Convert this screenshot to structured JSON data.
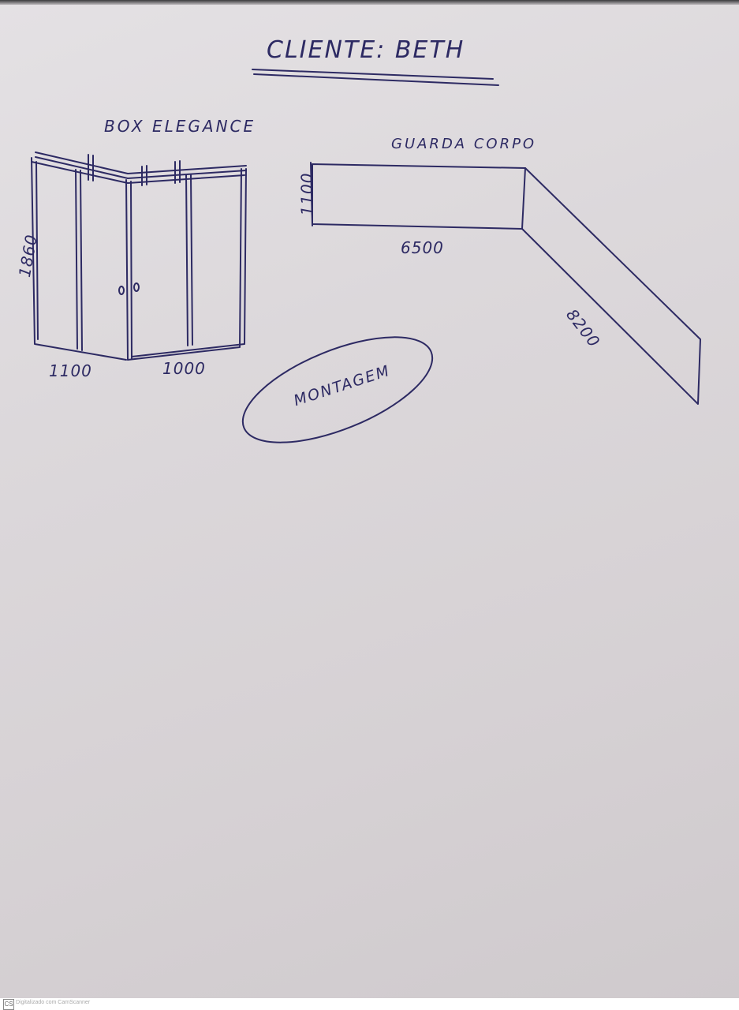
{
  "title": "CLIENTE: BETH",
  "box": {
    "label": "BOX ELEGANCE",
    "height": "1860",
    "width_left": "1100",
    "width_right": "1000"
  },
  "guarda_corpo": {
    "label": "GUARDA CORPO",
    "depth": "1100",
    "length_1": "6500",
    "length_2": "8200"
  },
  "note": "MONTAGEM",
  "footer": {
    "badge": "CS",
    "text": "Digitalizado com CamScanner"
  },
  "colors": {
    "ink": "#2d2a63",
    "paper": "#dcd8db"
  }
}
